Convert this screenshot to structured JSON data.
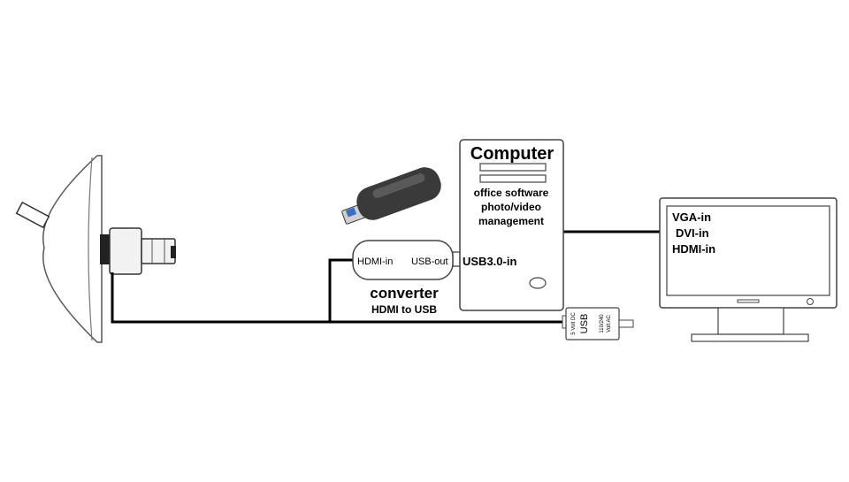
{
  "computer": {
    "title": "Computer",
    "lines": [
      "office software",
      "photo/video",
      "management"
    ],
    "port_label": "USB3.0-in"
  },
  "converter": {
    "port_in": "HDMI-in",
    "port_out": "USB-out",
    "title": "converter",
    "subtitle": "HDMI to USB"
  },
  "monitor": {
    "inputs": [
      "VGA-in",
      "DVI-in",
      "HDMI-in"
    ]
  },
  "power_adapter": {
    "dc_label": "5 Volt DC",
    "usb_label": "USB",
    "ac_label_1": "110/240",
    "ac_label_2": "Volt AC"
  },
  "colors": {
    "cable": "#000000",
    "outline": "#2b2b2b",
    "device_fill": "#ffffff",
    "stick_body": "#3a3a3a",
    "stick_connector": "#3a6fc4"
  }
}
